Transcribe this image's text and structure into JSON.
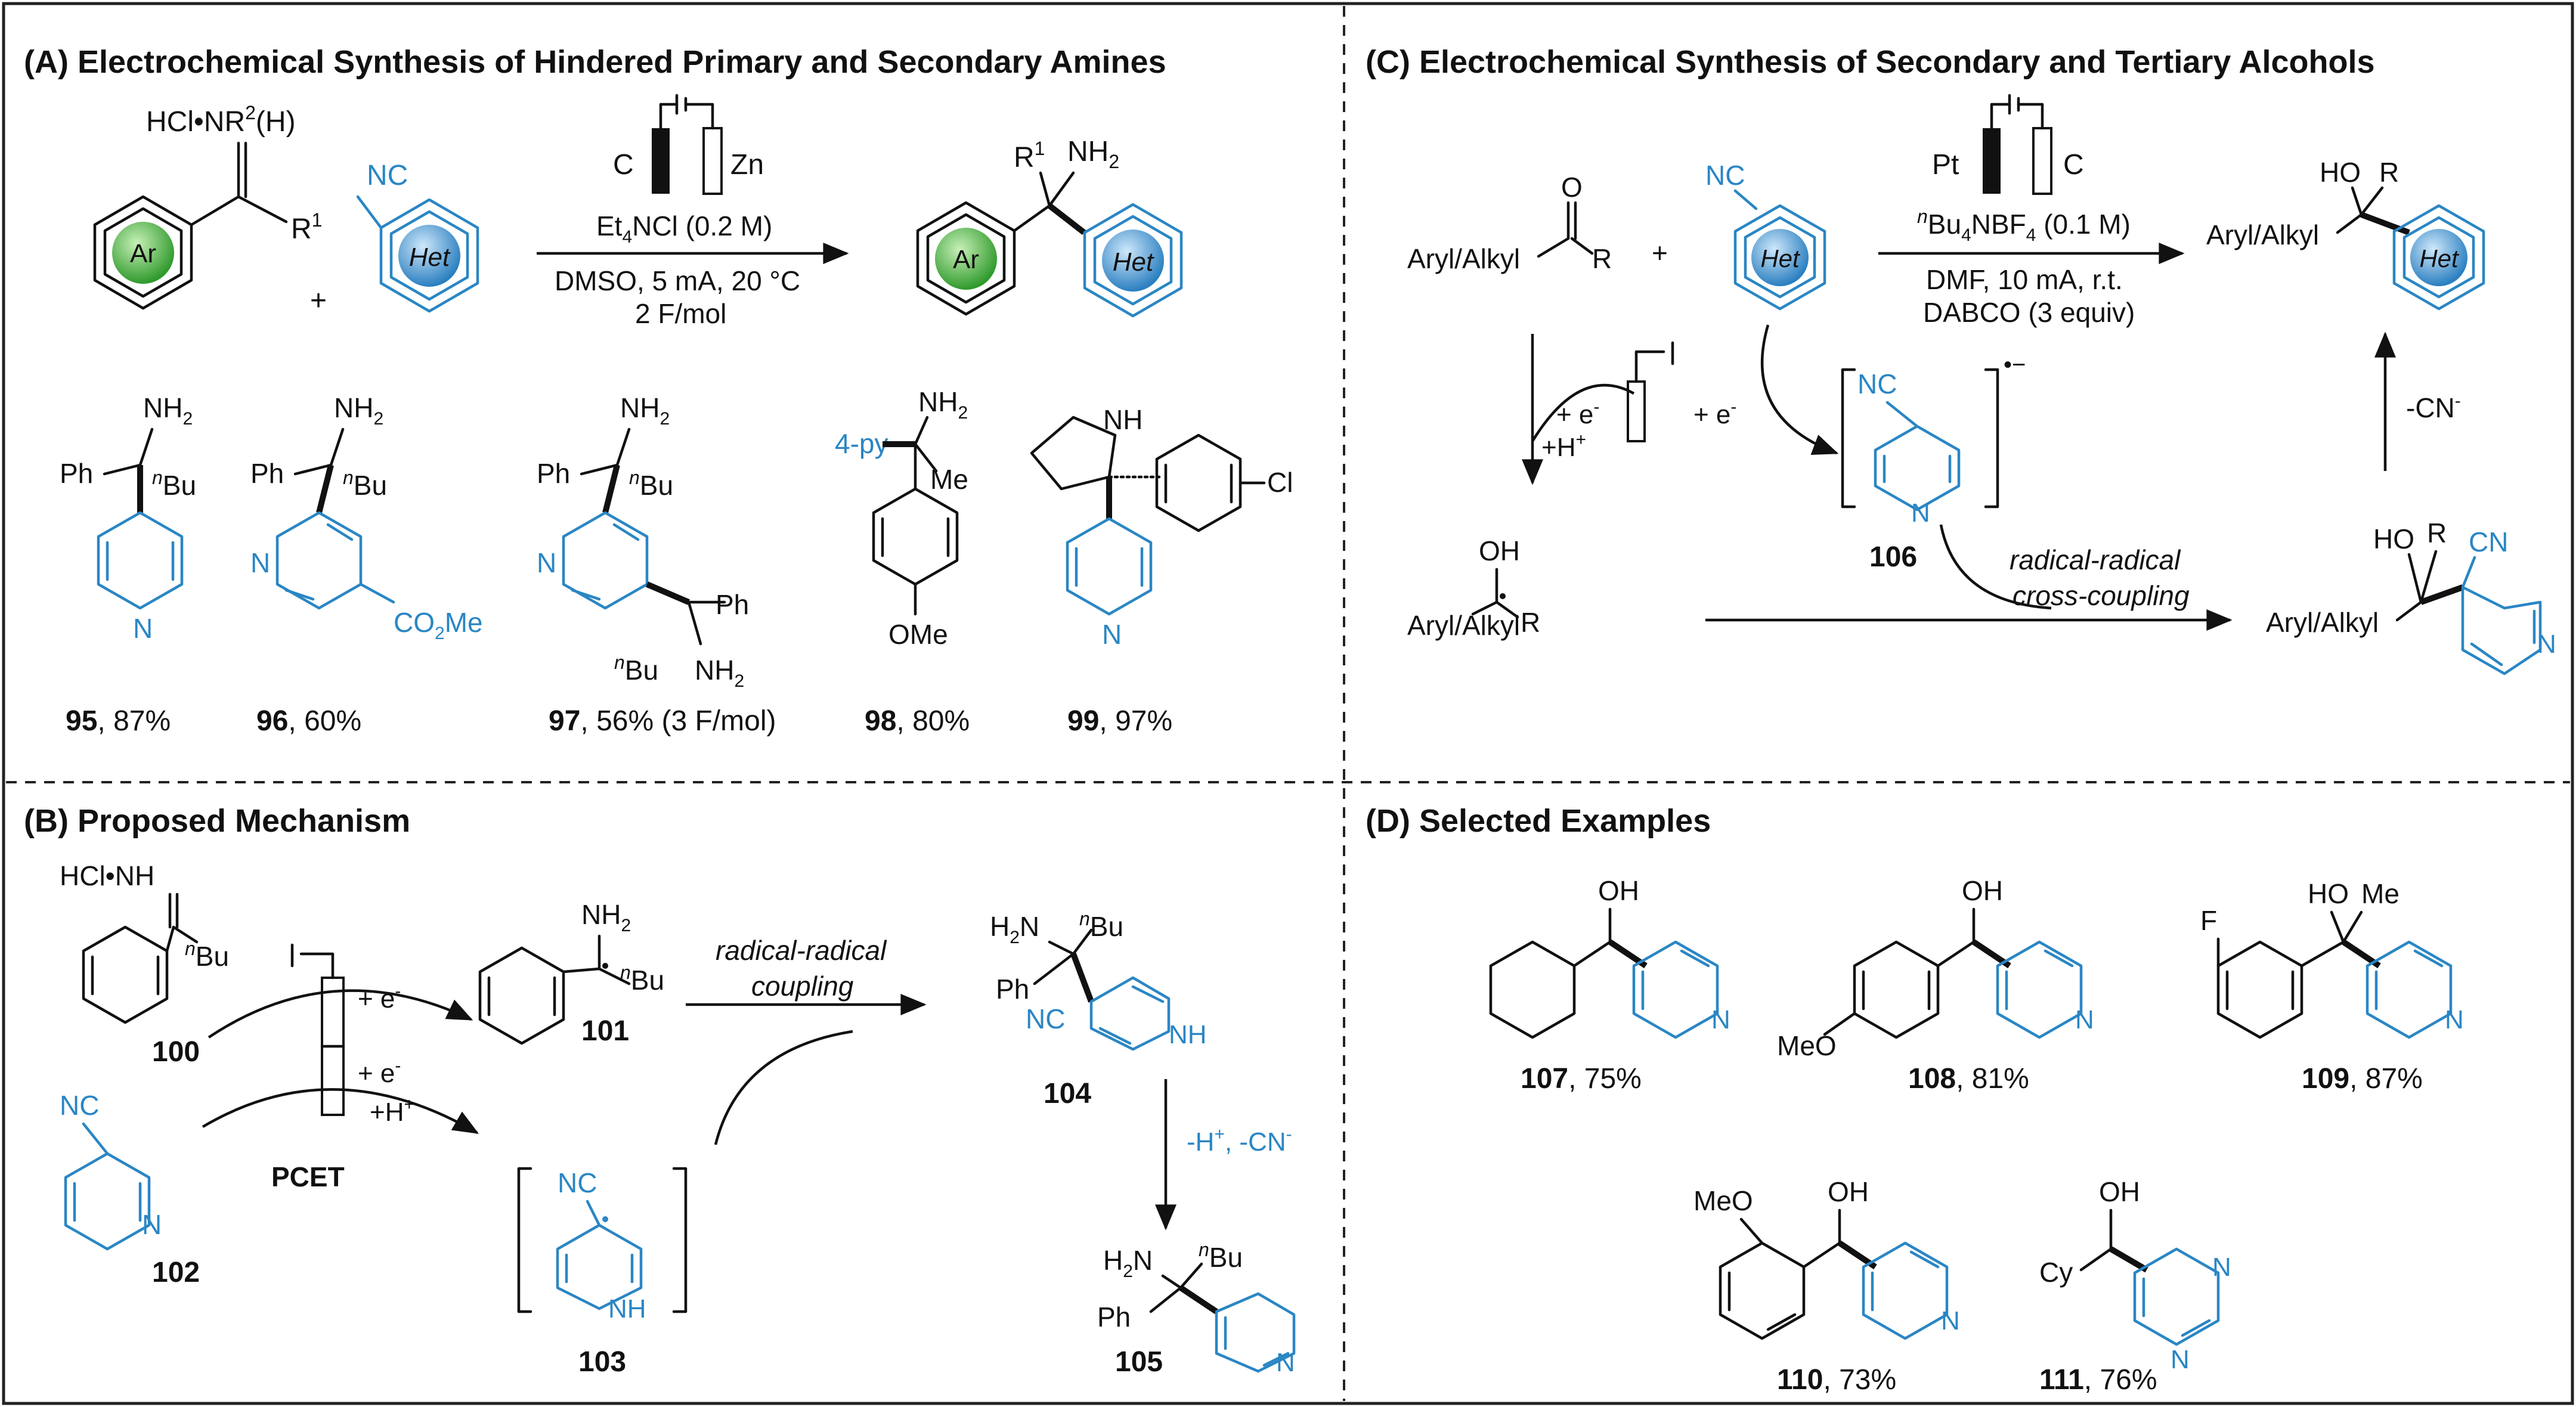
{
  "colors": {
    "text": "#111111",
    "hetero_blue": "#2a86c4",
    "ar_green": "#2f9a2c",
    "het_blue": "#2a7fc0",
    "border": "#222222"
  },
  "panelA": {
    "title": "(A) Electrochemical Synthesis of Hindered Primary and Secondary Amines",
    "reactant_salt": "HCl•NR",
    "reactant_salt_sup": "2",
    "reactant_salt_tail": "(H)",
    "r1": "R",
    "r1_sup": "1",
    "ar": "Ar",
    "het": "Het",
    "nc": "NC",
    "plus": "+",
    "electrode_left": "C",
    "electrode_right": "Zn",
    "cond1": "Et",
    "cond1_sub": "4",
    "cond1_tail": "NCl (0.2 M)",
    "cond2": "DMSO, 5 mA, 20 °C",
    "cond3": "2 F/mol",
    "product_nh2": "NH",
    "product_nh2_sub": "2",
    "examples": [
      {
        "num": "95",
        "yield": ", 87%"
      },
      {
        "num": "96",
        "yield": ", 60%"
      },
      {
        "num": "97",
        "yield": ", 56% (3 F/mol)"
      },
      {
        "num": "98",
        "yield": ", 80%"
      },
      {
        "num": "99",
        "yield": ", 97%"
      }
    ],
    "ph": "Ph",
    "bu": "Bu",
    "n": "n",
    "n_atom": "N",
    "co2me": "CO",
    "co2me_sub": "2",
    "co2me_tail": "Me",
    "py4": "4-py",
    "me": "Me",
    "ome": "OMe",
    "nh": "NH",
    "cl": "Cl"
  },
  "panelB": {
    "title": "(B) Proposed Mechanism",
    "salt": "HCl•NH",
    "c100": "100",
    "c101": "101",
    "c102": "102",
    "c103": "103",
    "c104": "104",
    "c105": "105",
    "e1": "+ e",
    "e2": "+ e",
    "minus": "-",
    "h_plus": "+H",
    "plus_sup": "+",
    "pcet": "PCET",
    "rr1": "radical-radical",
    "rr2": "coupling",
    "deprot": "-H",
    "deprot_tail": ", -CN",
    "h2n": "H",
    "h2n_sub": "2",
    "h2n_tail": "N",
    "nc": "NC",
    "nh": "NH",
    "n_atom": "N",
    "ph": "Ph",
    "bu": "Bu",
    "n": "n"
  },
  "panelC": {
    "title": "(C) Electrochemical Synthesis of Secondary and Tertiary Alcohols",
    "aryl": "Aryl/Alkyl",
    "o": "O",
    "oh": "OH",
    "ho": "HO",
    "r": "R",
    "nc": "NC",
    "cn": "CN",
    "het": "Het",
    "plus": "+",
    "electrode_left": "Pt",
    "electrode_right": "C",
    "cond1_n": "n",
    "cond1": "Bu",
    "cond1_sub": "4",
    "cond1_tail": "NBF",
    "cond1_sub2": "4",
    "cond1_end": " (0.1 M)",
    "cond2": "DMF, 10 mA, r.t.",
    "cond3": "DABCO (3 equiv)",
    "e1": "+ e",
    "e2": "+ e",
    "minus": "-",
    "h_plus": "+H",
    "plus_sup": "+",
    "radical_anion": "•−",
    "c106": "106",
    "rr1": "radical-radical",
    "rr2": "cross-coupling",
    "minus_cn": "-CN",
    "n_atom": "N"
  },
  "panelD": {
    "title": "(D) Selected Examples",
    "examples": [
      {
        "num": "107",
        "yield": ", 75%"
      },
      {
        "num": "108",
        "yield": ", 81%"
      },
      {
        "num": "109",
        "yield": ", 87%"
      },
      {
        "num": "110",
        "yield": ", 73%"
      },
      {
        "num": "111",
        "yield": ", 76%"
      }
    ],
    "oh": "OH",
    "ho": "HO",
    "me": "Me",
    "meo": "MeO",
    "f": "F",
    "cy": "Cy",
    "n_atom": "N"
  }
}
